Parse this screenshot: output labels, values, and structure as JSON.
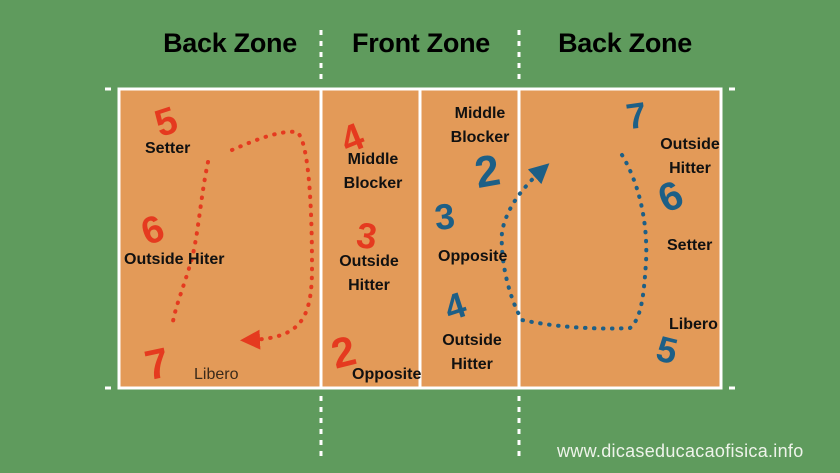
{
  "zones": {
    "left": "Back Zone",
    "center": "Front Zone",
    "right": "Back Zone"
  },
  "colors": {
    "field": "#5f9b5d",
    "court": "#e39a58",
    "lines": "#ffffff",
    "team_left": "#e53a1f",
    "team_right": "#1d5f86"
  },
  "players_left": {
    "setter": {
      "number": "5",
      "label": "Setter"
    },
    "outside_hitter": {
      "number": "6",
      "label": "Outside Hiter"
    },
    "libero": {
      "number": "7",
      "label": "Libero"
    },
    "middle_blocker": {
      "number": "4",
      "label": [
        "Middle",
        "Blocker"
      ]
    },
    "outside_hitter_front": {
      "number": "3",
      "label": [
        "Outside",
        "Hitter"
      ]
    },
    "opposite": {
      "number": "2",
      "label": "Opposite"
    }
  },
  "players_right": {
    "middle_blocker": {
      "number": "2",
      "label": [
        "Middle",
        "Blocker"
      ]
    },
    "opposite": {
      "number": "3",
      "label": "Opposite"
    },
    "outside_hitter_front": {
      "number": "4",
      "label": [
        "Outside",
        "Hitter"
      ]
    },
    "outside_hitter": {
      "number": "7",
      "label": [
        "Outside",
        "Hitter"
      ]
    },
    "setter": {
      "number": "6",
      "label": "Setter"
    },
    "libero": {
      "number": "5",
      "label": "Libero"
    }
  },
  "credit": "www.dicaseducacaofisica.info"
}
